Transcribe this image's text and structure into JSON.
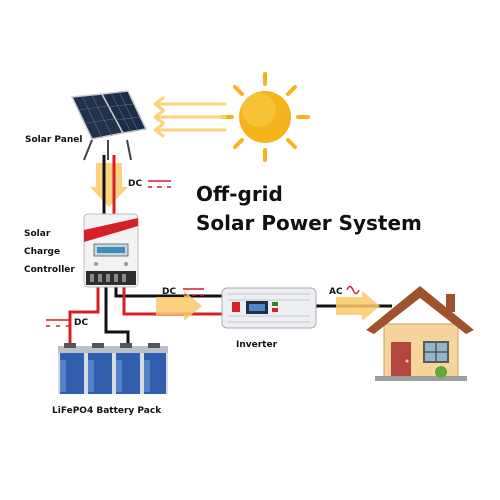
{
  "title": {
    "line1": "Off-grid",
    "line2": "Solar Power System"
  },
  "components": {
    "solar_panel": "Solar Panel",
    "controller_line1": "Solar",
    "controller_line2": "Charge",
    "controller_line3": "Controller",
    "battery": "LiFePO4 Battery Pack",
    "inverter": "Inverter"
  },
  "flows": {
    "panel_to_controller": "DC",
    "controller_to_inverter": "DC",
    "battery_link": "DC",
    "inverter_to_house": "AC"
  },
  "colors": {
    "sun": "#f5b41c",
    "sunlight_beam": "#f9d47a",
    "flow_arrow": "#fbc96a",
    "wire_positive": "#d71f26",
    "wire_negative": "#111111",
    "dc_symbol": "#d71f26",
    "roof": "#a0522d",
    "house_wall": "#f6d49b",
    "door": "#b5463e",
    "battery": "#2f5fae",
    "controller_body": "#f2f2f2",
    "controller_accent": "#d71f26"
  },
  "icons": [
    "sun-icon",
    "solar-panel-icon",
    "charge-controller-icon",
    "inverter-icon",
    "battery-pack-icon",
    "house-icon",
    "dc-symbol-icon",
    "ac-sine-icon"
  ]
}
